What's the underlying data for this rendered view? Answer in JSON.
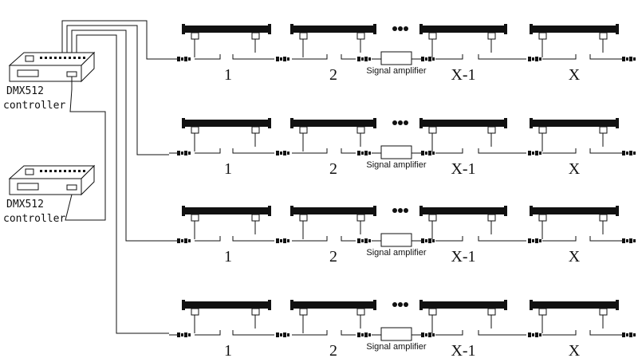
{
  "controllers": [
    {
      "name_line1": "DMX512",
      "name_line2": "controller"
    },
    {
      "name_line1": "DMX512",
      "name_line2": "controller"
    }
  ],
  "rows": [
    {
      "amplifier_label": "Signal amplifier",
      "node_labels": [
        "1",
        "2",
        "X-1",
        "X"
      ]
    },
    {
      "amplifier_label": "Signal amplifier",
      "node_labels": [
        "1",
        "2",
        "X-1",
        "X"
      ]
    },
    {
      "amplifier_label": "Signal amplifier",
      "node_labels": [
        "1",
        "2",
        "X-1",
        "X"
      ]
    },
    {
      "amplifier_label": "Signal amplifier",
      "node_labels": [
        "1",
        "2",
        "X-1",
        "X"
      ]
    }
  ],
  "colors": {
    "line": "#111111",
    "background": "#ffffff"
  }
}
